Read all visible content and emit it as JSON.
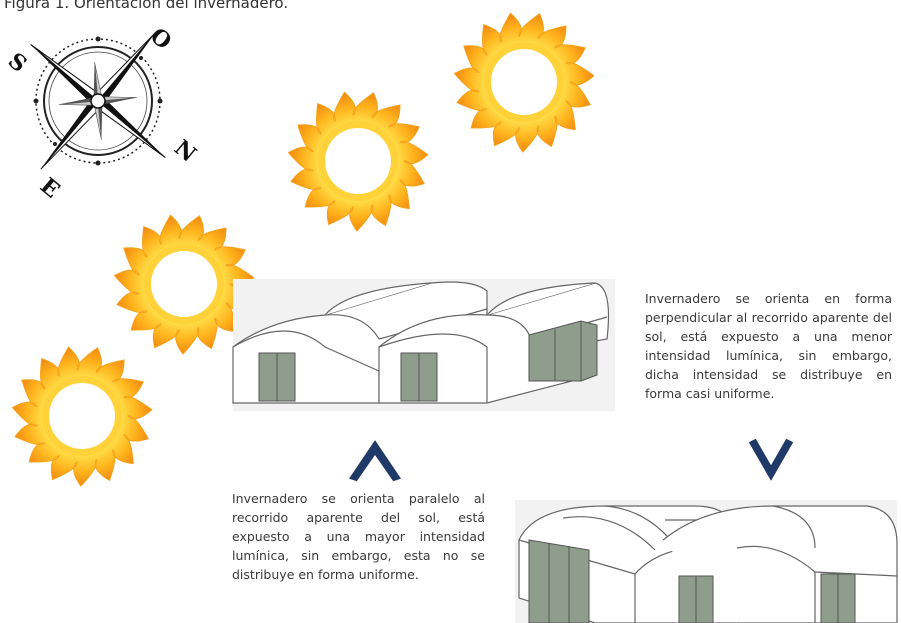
{
  "figure": {
    "caption": "Figura 1. Orientación del invernadero."
  },
  "compass": {
    "labels": {
      "north": "O",
      "east": "N",
      "south": "E",
      "west": "S"
    }
  },
  "descriptions": {
    "perpendicular": "Invernadero se orienta en forma perpendicular al recorrido aparente del sol, está expuesto a una menor intensidad lumínica, sin embargo, dicha intensidad se distribuye en forma casi uniforme.",
    "parallel": "Invernadero se orienta paralelo al recorrido aparente del sol, está expuesto a una mayor intensidad lumínica, sin embargo, esta no se distribuye en forma uniforme."
  },
  "icons": {
    "sun": "sun-icon",
    "compass": "compass-rose-icon",
    "arrow_up": "chevron-up-icon",
    "arrow_down": "chevron-down-icon"
  },
  "colors": {
    "sun_ray_outer": "#f6a01a",
    "sun_ray_inner": "#ffd23a",
    "sun_disc": "#ffffff",
    "arrow_fill": "#1f3a68",
    "door_fill": "#8f9d8d",
    "greenhouse_bg": "#f2f2f2",
    "greenhouse_line": "#666666"
  }
}
